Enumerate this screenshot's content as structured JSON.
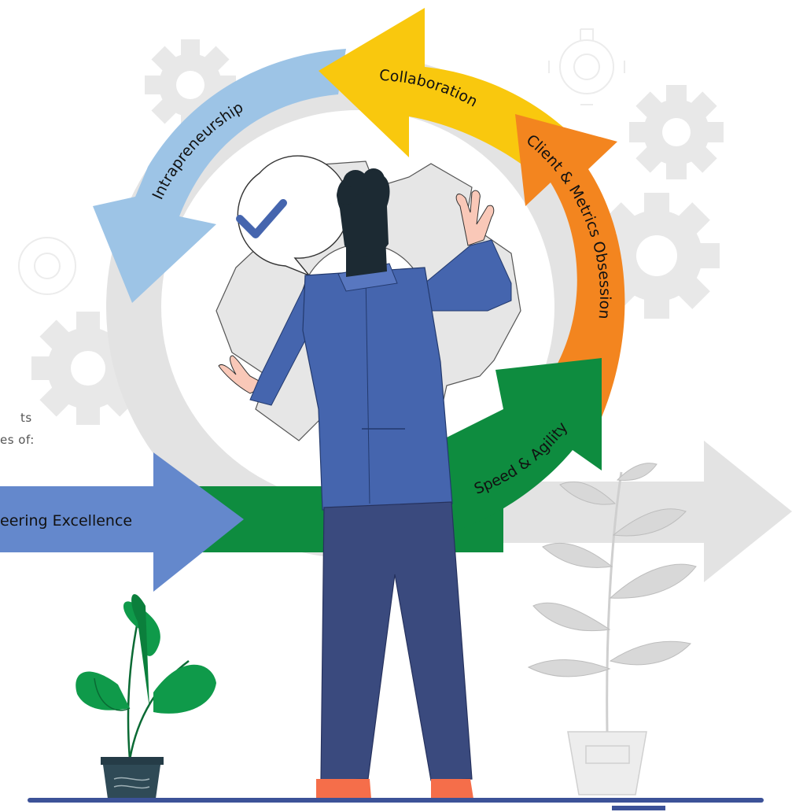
{
  "intro": {
    "line1": "ts",
    "line2": "es of:"
  },
  "banner": {
    "label": "eering Excellence"
  },
  "cycle": {
    "intrapreneurship": "Intrapreneurship",
    "collaboration": "Collaboration",
    "client_metrics": "Client & Metrics Obsession",
    "speed_agility": "Speed & Agility"
  },
  "colors": {
    "blue_arrow": "#9dc4e6",
    "yellow_arrow": "#f9c80e",
    "orange_arrow": "#f3851f",
    "green_arrow": "#0e8c3f",
    "banner_blue": "#6488cc",
    "big_gray_arrow": "#e3e3e3",
    "gear_gray": "#e8e8e8",
    "jacket": "#4565ae",
    "trousers": "#3a4a7e",
    "hair": "#1c2a33",
    "skin": "#f9c8b8",
    "shoes": "#f56e4a",
    "leaf_green": "#0f9a4a",
    "pot": "#2f4a56",
    "floor": "#3c5298"
  }
}
